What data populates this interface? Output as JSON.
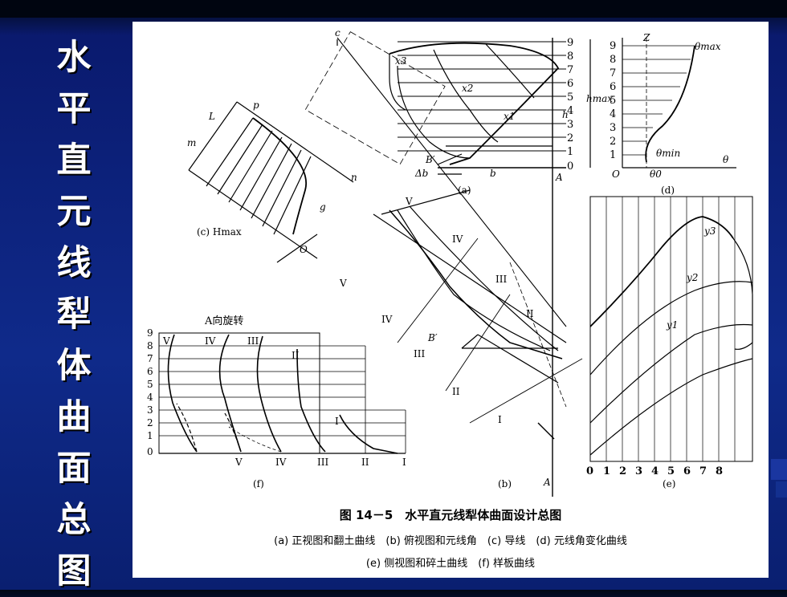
{
  "slide": {
    "title_chars": [
      "水",
      "平",
      "直",
      "元",
      "线",
      "犁",
      "体",
      "曲",
      "面",
      "总",
      "图"
    ]
  },
  "figure": {
    "caption_main": "图 14－5　水平直元线犁体曲面设计总图",
    "caption_line1": "(a) 正视图和翻土曲线　(b) 俯视图和元线角　(c) 导线　(d) 元线角变化曲线",
    "caption_line2": "(e) 侧视图和碎土曲线　(f) 样板曲线",
    "panel_labels": {
      "a": "(a)",
      "b": "(b)",
      "c": "(c) Hmax",
      "d": "(d)",
      "e": "(e)",
      "f": "(f)"
    },
    "panel_f_title": "A向旋转",
    "level_numbers": [
      "0",
      "1",
      "2",
      "3",
      "4",
      "5",
      "6",
      "7",
      "8",
      "9"
    ],
    "roman_numerals": [
      "I",
      "II",
      "III",
      "IV",
      "V"
    ],
    "e_axis_ticks": [
      "0",
      "1",
      "2",
      "3",
      "4",
      "5",
      "6",
      "7",
      "8"
    ],
    "labels": {
      "theta_max": "θmax",
      "theta_min": "θmin",
      "theta": "θ",
      "theta0": "θ0",
      "Z": "Z",
      "O": "O",
      "A": "A",
      "B_prime": "B′",
      "delta_b": "Δb",
      "b": "b",
      "h": "h",
      "h_max": "hmax",
      "x1": "x1",
      "x2": "x2",
      "x3": "x3",
      "y1": "y1",
      "y2": "y2",
      "y3": "y3",
      "L": "L",
      "p": "p",
      "m": "m",
      "n": "n",
      "g": "g",
      "c": "c"
    }
  }
}
